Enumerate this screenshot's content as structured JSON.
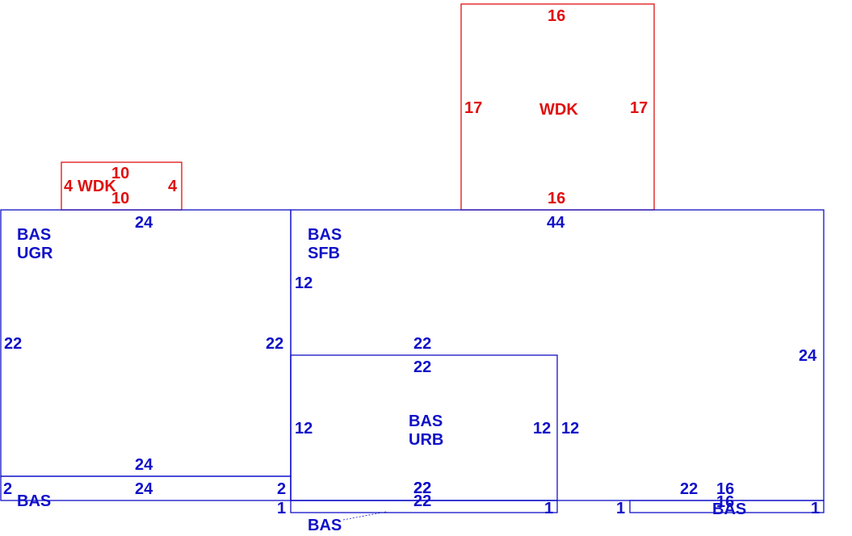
{
  "colors": {
    "bas": "#1010c8",
    "wdk": "#e01010"
  },
  "areas": {
    "wdk_small": {
      "code": "WDK",
      "dims": [
        "10",
        "10",
        "4",
        "4"
      ]
    },
    "wdk_large": {
      "code": "WDK",
      "dims": [
        "16",
        "16",
        "17",
        "17"
      ]
    },
    "bas_ugr": {
      "code": "BAS",
      "sub": "UGR",
      "dims": [
        "24",
        "24",
        "22",
        "22"
      ]
    },
    "bas_sfb": {
      "code": "BAS",
      "sub": "SFB",
      "dims": [
        "44",
        "24",
        "12",
        "22",
        "12"
      ]
    },
    "bas_urb": {
      "code": "BAS",
      "sub": "URB",
      "dims": [
        "22",
        "22",
        "12",
        "12",
        "22"
      ]
    },
    "bas_strip_left": {
      "code": "BAS",
      "dims": [
        "24",
        "2",
        "2",
        "1"
      ]
    },
    "bas_strip_mid": {
      "code": "BAS",
      "dims": [
        "22",
        "1"
      ]
    },
    "bas_strip_right": {
      "code": "BAS",
      "dims": [
        "22",
        "16",
        "16",
        "1",
        "1"
      ]
    }
  }
}
